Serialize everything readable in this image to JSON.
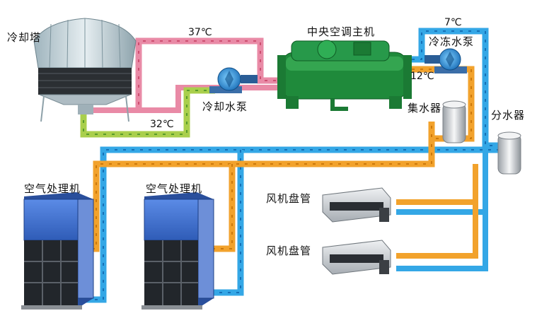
{
  "labels": {
    "cooling_tower": "冷却塔",
    "chiller": "中央空调主机",
    "cooling_pump": "冷却水泵",
    "chilled_pump": "冷冻水泵",
    "collector": "集水器",
    "distributor": "分水器",
    "ahu_1": "空气处理机",
    "ahu_2": "空气处理机",
    "fcu_1": "风机盘管",
    "fcu_2": "风机盘管"
  },
  "temps": {
    "cooling_supply": "37℃",
    "cooling_return": "32℃",
    "chilled_supply": "7℃",
    "chilled_return": "12℃"
  },
  "colors": {
    "hot_cooling_pipe": "#e98aa6",
    "cool_cooling_pipe": "#a9cf4c",
    "chilled_supply_pipe": "#34a7e6",
    "chilled_return_pipe": "#f2a22c",
    "chiller_body": "#1f8a3b",
    "ahu_body": "#3d6fd0"
  }
}
